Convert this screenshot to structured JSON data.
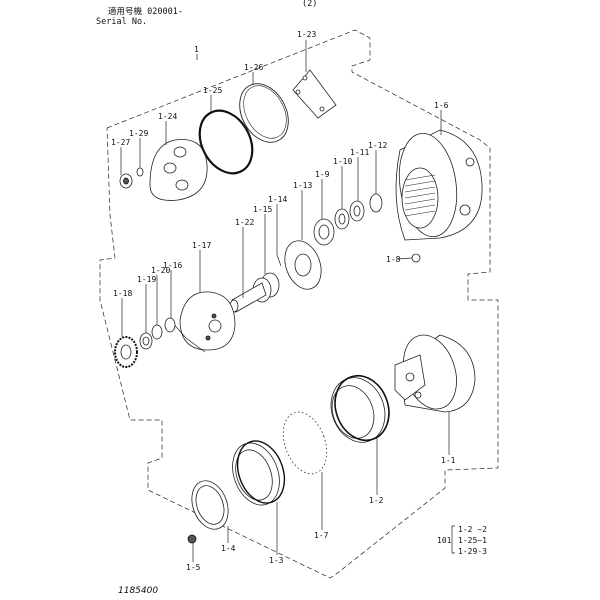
{
  "header": {
    "applicable_model": "適用号機  020001-",
    "serial_no": "Serial No."
  },
  "page_marker": "(2)",
  "drawing_number": "1185400",
  "callouts": {
    "c1": "1",
    "c1_23": "1-23",
    "c1_26": "1-26",
    "c1_25": "1-25",
    "c1_24": "1-24",
    "c1_29": "1-29",
    "c1_27": "1-27",
    "c1_6": "1-6",
    "c1_12": "1-12",
    "c1_11": "1-11",
    "c1_10": "1-10",
    "c1_9": "1-9",
    "c1_13": "1-13",
    "c1_14": "1-14",
    "c1_15": "1-15",
    "c1_22": "1-22",
    "c1_17": "1-17",
    "c1_16": "1-16",
    "c1_20": "1-20",
    "c1_19": "1-19",
    "c1_18": "1-18",
    "c1_8": "1-8",
    "c1_1": "1-1",
    "c1_2": "1-2",
    "c1_7": "1-7",
    "c1_3": "1-3",
    "c1_4": "1-4",
    "c1_5": "1-5"
  },
  "kit_table": {
    "kit_number": "101",
    "entries": [
      "1-2 ~2",
      "1-25~1",
      "1-29-3"
    ]
  }
}
